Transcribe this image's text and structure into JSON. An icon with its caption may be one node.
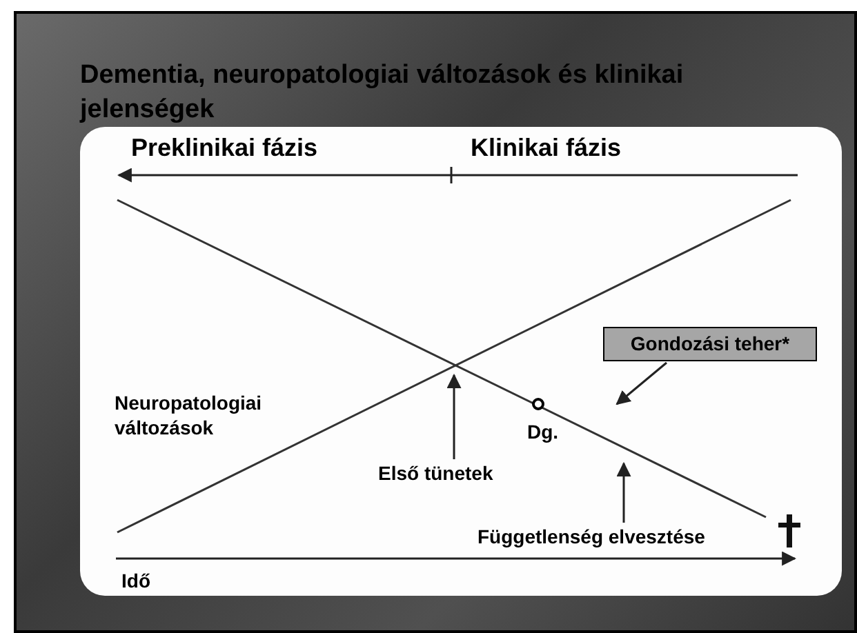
{
  "diagram": {
    "title": "Dementia, neuropatologiai változások és klinikai jelenségek",
    "nodes": [
      {
        "text": [
          "Gondozási teher*"
        ]
      },
      {
        "text": [
          "Első tünetek"
        ]
      },
      {
        "text": [
          "Függetlenség elvesztése"
        ]
      }
    ],
    "edges": [
      {
        "from": 0,
        "to": null,
        "arrow": "to"
      },
      {
        "from": 1,
        "to": null,
        "arrow": "to"
      },
      {
        "from": 2,
        "to": null,
        "arrow": "to"
      }
    ],
    "labels": [
      "Preklinikai fázis",
      "Klinikai fázis",
      "Neuropatologiai változások",
      "Dg.",
      "Idő"
    ]
  }
}
